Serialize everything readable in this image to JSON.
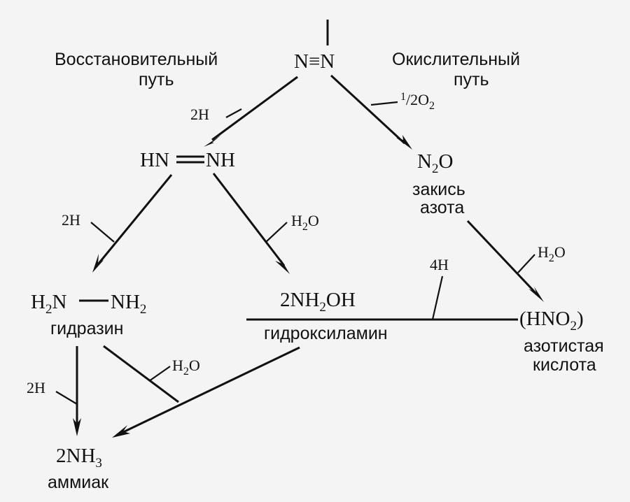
{
  "pathways": {
    "reductive": [
      "Восстановительный",
      "путь"
    ],
    "oxidative": [
      "Окислительный",
      "путь"
    ]
  },
  "compounds": {
    "dinitrogen": "N≡N",
    "diazene_left": "HN",
    "diazene_right": "NH",
    "nitrous_oxide_main": "N",
    "nitrous_oxide_sub": "2",
    "nitrous_oxide_tail": "O",
    "nitrous_oxide_name": [
      "закись",
      "азота"
    ],
    "hydrazine_left_main": "H",
    "hydrazine_left_sub": "2",
    "hydrazine_left_tail": "N",
    "hydrazine_right_main": "NH",
    "hydrazine_right_sub": "2",
    "hydrazine_name": "гидразин",
    "hydroxylamine_main": "2NH",
    "hydroxylamine_sub": "2",
    "hydroxylamine_tail": "OH",
    "hydroxylamine_name": "гидроксиламин",
    "nitrous_acid_main": "(HNO",
    "nitrous_acid_sub": "2",
    "nitrous_acid_tail": ")",
    "nitrous_acid_name": [
      "азотистая",
      "кислота"
    ],
    "ammonia_main": "2NH",
    "ammonia_sub": "3",
    "ammonia_name": "аммиак"
  },
  "reagents": {
    "h2_first": "2H",
    "half_o2_sup": "1",
    "half_o2_slash": "/",
    "half_o2_main": "2O",
    "half_o2_sub": "2",
    "h2_hydrazine": "2H",
    "water_hydroxylamine_main": "H",
    "water_hydroxylamine_sub": "2",
    "water_hydroxylamine_tail": "O",
    "water_nitrous_main": "H",
    "water_nitrous_sub": "2",
    "water_nitrous_tail": "O",
    "h4": "4H",
    "h2_ammonia": "2H",
    "water_ammonia_main": "H",
    "water_ammonia_sub": "2",
    "water_ammonia_tail": "O"
  }
}
